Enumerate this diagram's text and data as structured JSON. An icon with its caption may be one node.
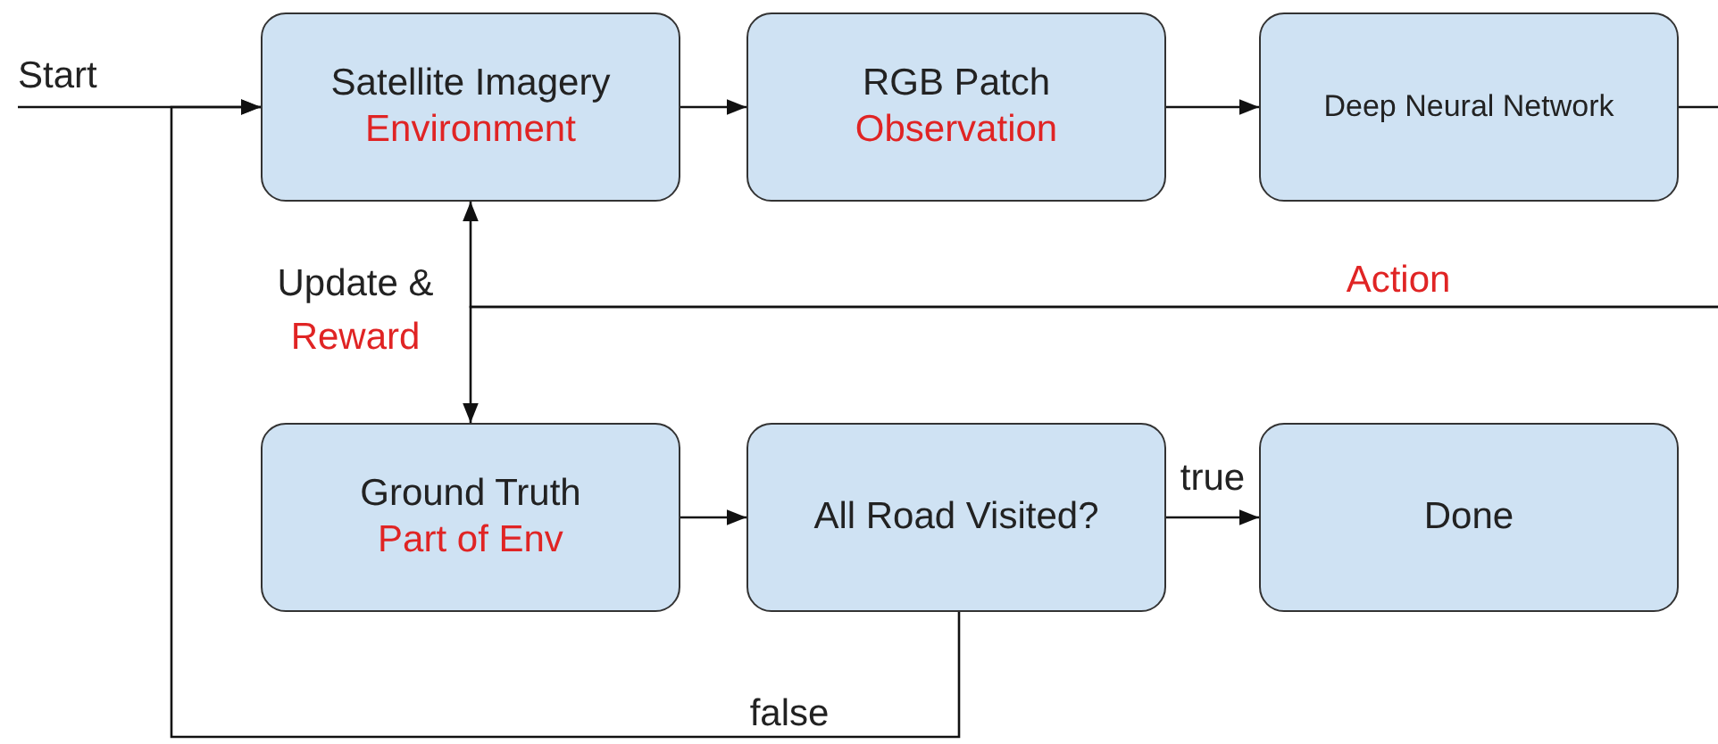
{
  "diagram": {
    "nodes": [
      {
        "text": [
          "Start"
        ]
      },
      {
        "text": [
          "Satellite Imagery",
          "Environment"
        ]
      },
      {
        "text": [
          "RGB Patch",
          "Observation"
        ]
      },
      {
        "text": [
          "Deep Neural Network"
        ]
      },
      {
        "text": [
          "Ground Truth",
          "Part of Env"
        ]
      },
      {
        "text": [
          "All Road Visited?"
        ]
      },
      {
        "text": [
          "Done"
        ]
      }
    ],
    "edges": [
      {
        "from": 0,
        "to": 1,
        "arrow": "to"
      },
      {
        "from": 1,
        "to": 2,
        "arrow": "to"
      },
      {
        "from": 2,
        "to": 3,
        "arrow": "to"
      },
      {
        "from": 4,
        "to": 5,
        "arrow": "to"
      },
      {
        "from": 5,
        "to": 6,
        "arrow": "to",
        "label": "true"
      },
      {
        "from": 5,
        "to": 1,
        "arrow": "to",
        "label": "false"
      },
      {
        "from": 3,
        "to": null,
        "arrow": "none"
      },
      {
        "from": null,
        "to": 1,
        "arrow": "to",
        "label": "Action"
      },
      {
        "from": null,
        "to": 4,
        "arrow": "to"
      }
    ],
    "labels": [
      "Update &",
      "Reward"
    ]
  }
}
